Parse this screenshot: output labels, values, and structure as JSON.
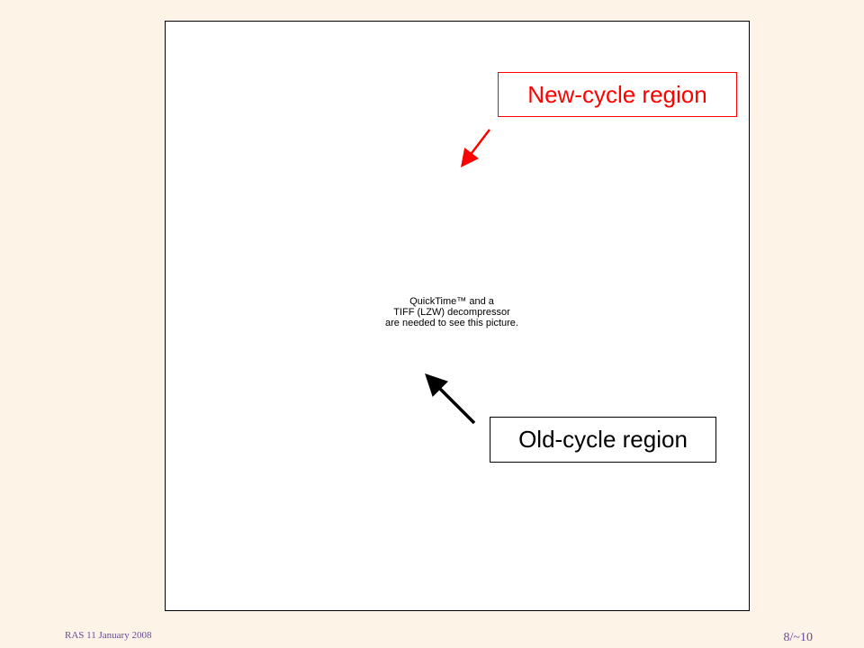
{
  "figure": {
    "placeholder_lines": [
      "QuickTime™ and a",
      "TIFF (LZW) decompressor",
      "are needed to see this picture."
    ]
  },
  "callouts": {
    "new_cycle": {
      "label": "New-cycle region",
      "color": "#ff0000"
    },
    "old_cycle": {
      "label": "Old-cycle region",
      "color": "#000000"
    }
  },
  "footer": {
    "left": "RAS 11 January 2008",
    "right": "8/~10"
  },
  "colors": {
    "background": "#fdf3e7",
    "footer_text": "#6b4a9a"
  }
}
